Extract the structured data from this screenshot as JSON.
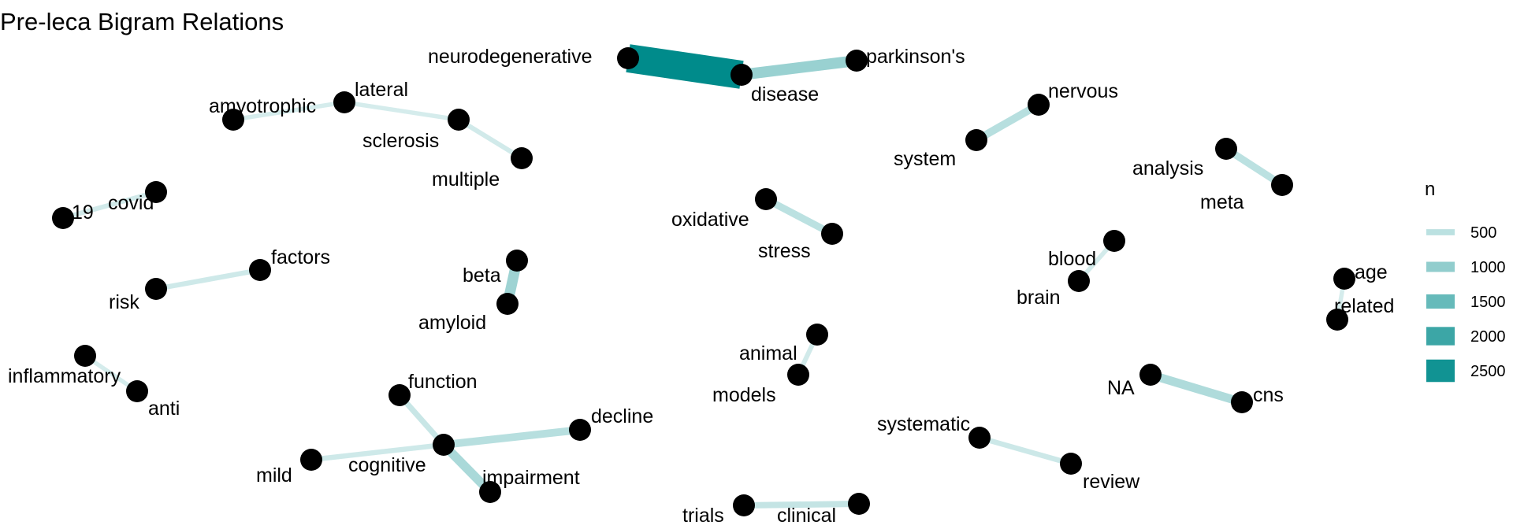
{
  "title": "Pre-leca Bigram Relations",
  "colors": {
    "low": "#e6f4f4",
    "high": "#008b8b",
    "node": "#000000"
  },
  "legend": {
    "title": "n",
    "entries": [
      {
        "label": "500",
        "value": 500
      },
      {
        "label": "1000",
        "value": 1000
      },
      {
        "label": "1500",
        "value": 1500
      },
      {
        "label": "2000",
        "value": 2000
      },
      {
        "label": "2500",
        "value": 2500
      }
    ]
  },
  "nodes": [
    {
      "id": "neurodegenerative",
      "label": "neurodegenerative"
    },
    {
      "id": "disease",
      "label": "disease"
    },
    {
      "id": "parkinsons",
      "label": "parkinson's"
    },
    {
      "id": "amyotrophic",
      "label": "amyotrophic"
    },
    {
      "id": "lateral",
      "label": "lateral"
    },
    {
      "id": "sclerosis",
      "label": "sclerosis"
    },
    {
      "id": "multiple",
      "label": "multiple"
    },
    {
      "id": "covid",
      "label": "covid"
    },
    {
      "id": "n19",
      "label": "19"
    },
    {
      "id": "risk",
      "label": "risk"
    },
    {
      "id": "factors",
      "label": "factors"
    },
    {
      "id": "inflammatory",
      "label": "inflammatory"
    },
    {
      "id": "anti",
      "label": "anti"
    },
    {
      "id": "beta",
      "label": "beta"
    },
    {
      "id": "amyloid",
      "label": "amyloid"
    },
    {
      "id": "function",
      "label": "function"
    },
    {
      "id": "cognitive",
      "label": "cognitive"
    },
    {
      "id": "decline",
      "label": "decline"
    },
    {
      "id": "mild",
      "label": "mild"
    },
    {
      "id": "impairment",
      "label": "impairment"
    },
    {
      "id": "oxidative",
      "label": "oxidative"
    },
    {
      "id": "stress",
      "label": "stress"
    },
    {
      "id": "animal",
      "label": "animal"
    },
    {
      "id": "models",
      "label": "models"
    },
    {
      "id": "trials",
      "label": "trials"
    },
    {
      "id": "clinical",
      "label": "clinical"
    },
    {
      "id": "nervous",
      "label": "nervous"
    },
    {
      "id": "system",
      "label": "system"
    },
    {
      "id": "analysis",
      "label": "analysis"
    },
    {
      "id": "meta",
      "label": "meta"
    },
    {
      "id": "blood",
      "label": "blood"
    },
    {
      "id": "brain",
      "label": "brain"
    },
    {
      "id": "age",
      "label": "age"
    },
    {
      "id": "related",
      "label": "related"
    },
    {
      "id": "na",
      "label": "NA"
    },
    {
      "id": "cns",
      "label": "cns"
    },
    {
      "id": "systematic",
      "label": "systematic"
    },
    {
      "id": "review",
      "label": "review"
    }
  ],
  "edges": [
    {
      "from": "neurodegenerative",
      "to": "disease",
      "n": 2700
    },
    {
      "from": "parkinsons",
      "to": "disease",
      "n": 900
    },
    {
      "from": "amyotrophic",
      "to": "lateral",
      "n": 200
    },
    {
      "from": "lateral",
      "to": "sclerosis",
      "n": 200
    },
    {
      "from": "multiple",
      "to": "sclerosis",
      "n": 250
    },
    {
      "from": "covid",
      "to": "n19",
      "n": 250
    },
    {
      "from": "risk",
      "to": "factors",
      "n": 280
    },
    {
      "from": "anti",
      "to": "inflammatory",
      "n": 200
    },
    {
      "from": "beta",
      "to": "amyloid",
      "n": 850
    },
    {
      "from": "cognitive",
      "to": "function",
      "n": 350
    },
    {
      "from": "cognitive",
      "to": "decline",
      "n": 550
    },
    {
      "from": "mild",
      "to": "cognitive",
      "n": 280
    },
    {
      "from": "cognitive",
      "to": "impairment",
      "n": 700
    },
    {
      "from": "oxidative",
      "to": "stress",
      "n": 500
    },
    {
      "from": "animal",
      "to": "models",
      "n": 250
    },
    {
      "from": "clinical",
      "to": "trials",
      "n": 400
    },
    {
      "from": "nervous",
      "to": "system",
      "n": 550
    },
    {
      "from": "meta",
      "to": "analysis",
      "n": 500
    },
    {
      "from": "blood",
      "to": "brain",
      "n": 220
    },
    {
      "from": "age",
      "to": "related",
      "n": 200
    },
    {
      "from": "na",
      "to": "cns",
      "n": 650
    },
    {
      "from": "systematic",
      "to": "review",
      "n": 300
    }
  ]
}
